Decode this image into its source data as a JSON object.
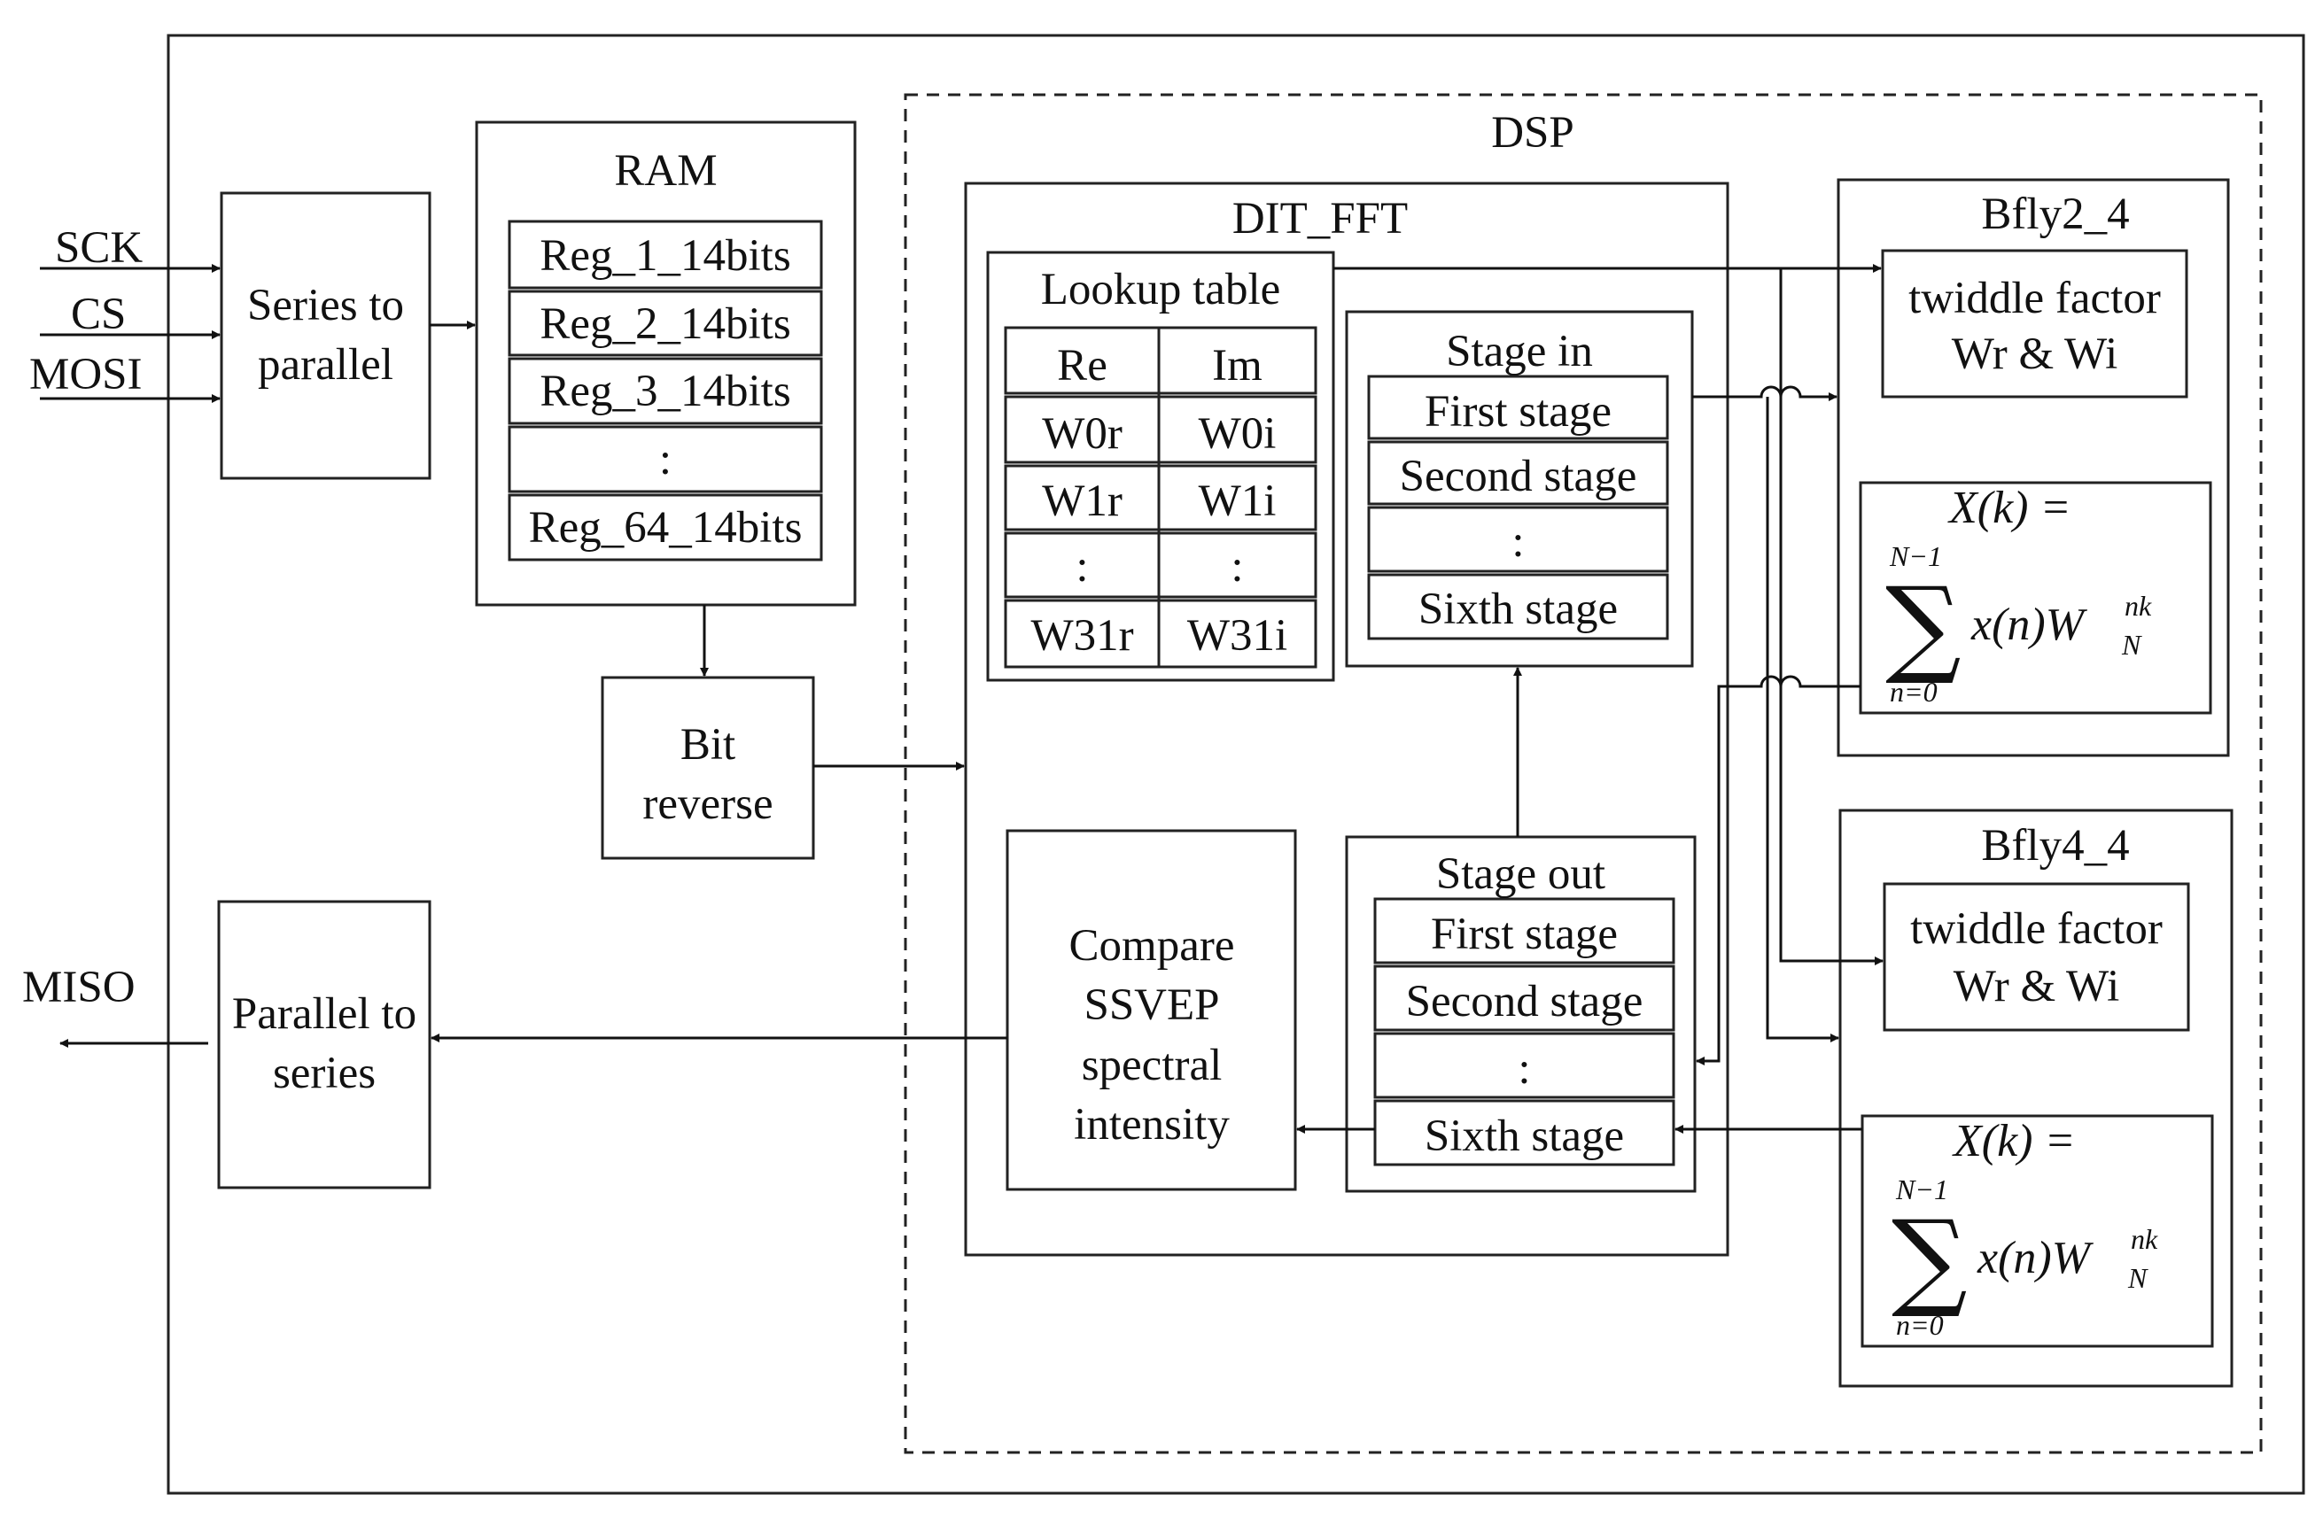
{
  "signals": {
    "sck": "SCK",
    "cs": "CS",
    "mosi": "MOSI",
    "miso": "MISO"
  },
  "blocks": {
    "series_to_parallel": "Series to parallel",
    "parallel_to_series": "Parallel to series",
    "bit_reverse": "Bit reverse",
    "compare": "Compare SSVEP spectral intensity"
  },
  "ram": {
    "title": "RAM",
    "rows": [
      "Reg_1_14bits",
      "Reg_2_14bits",
      "Reg_3_14bits",
      ":",
      "Reg_64_14bits"
    ]
  },
  "dsp": {
    "title": "DSP"
  },
  "dit_fft": {
    "title": "DIT_FFT",
    "lookup": {
      "title": "Lookup table",
      "headers": [
        "Re",
        "Im"
      ],
      "rows": [
        [
          "W0r",
          "W0i"
        ],
        [
          "W1r",
          "W1i"
        ],
        [
          ":",
          ":"
        ],
        [
          "W31r",
          "W31i"
        ]
      ]
    },
    "stage_in": {
      "title": "Stage in",
      "rows": [
        "First stage",
        "Second stage",
        ":",
        "Sixth stage"
      ]
    },
    "stage_out": {
      "title": "Stage out",
      "rows": [
        "First stage",
        "Second stage",
        ":",
        "Sixth stage"
      ]
    }
  },
  "bfly2": {
    "title": "Bfly2_4",
    "twiddle": [
      "twiddle factor",
      "Wr & Wi"
    ],
    "formula": {
      "lhs": "X(k) =",
      "upper": "N−1",
      "lower": "n=0",
      "term": "x(n)W",
      "sub": "N",
      "sup": "nk"
    }
  },
  "bfly4": {
    "title": "Bfly4_4",
    "twiddle": [
      "twiddle factor",
      "Wr & Wi"
    ],
    "formula": {
      "lhs": "X(k) =",
      "upper": "N−1",
      "lower": "n=0",
      "term": "x(n)W",
      "sub": "N",
      "sup": "nk"
    }
  }
}
